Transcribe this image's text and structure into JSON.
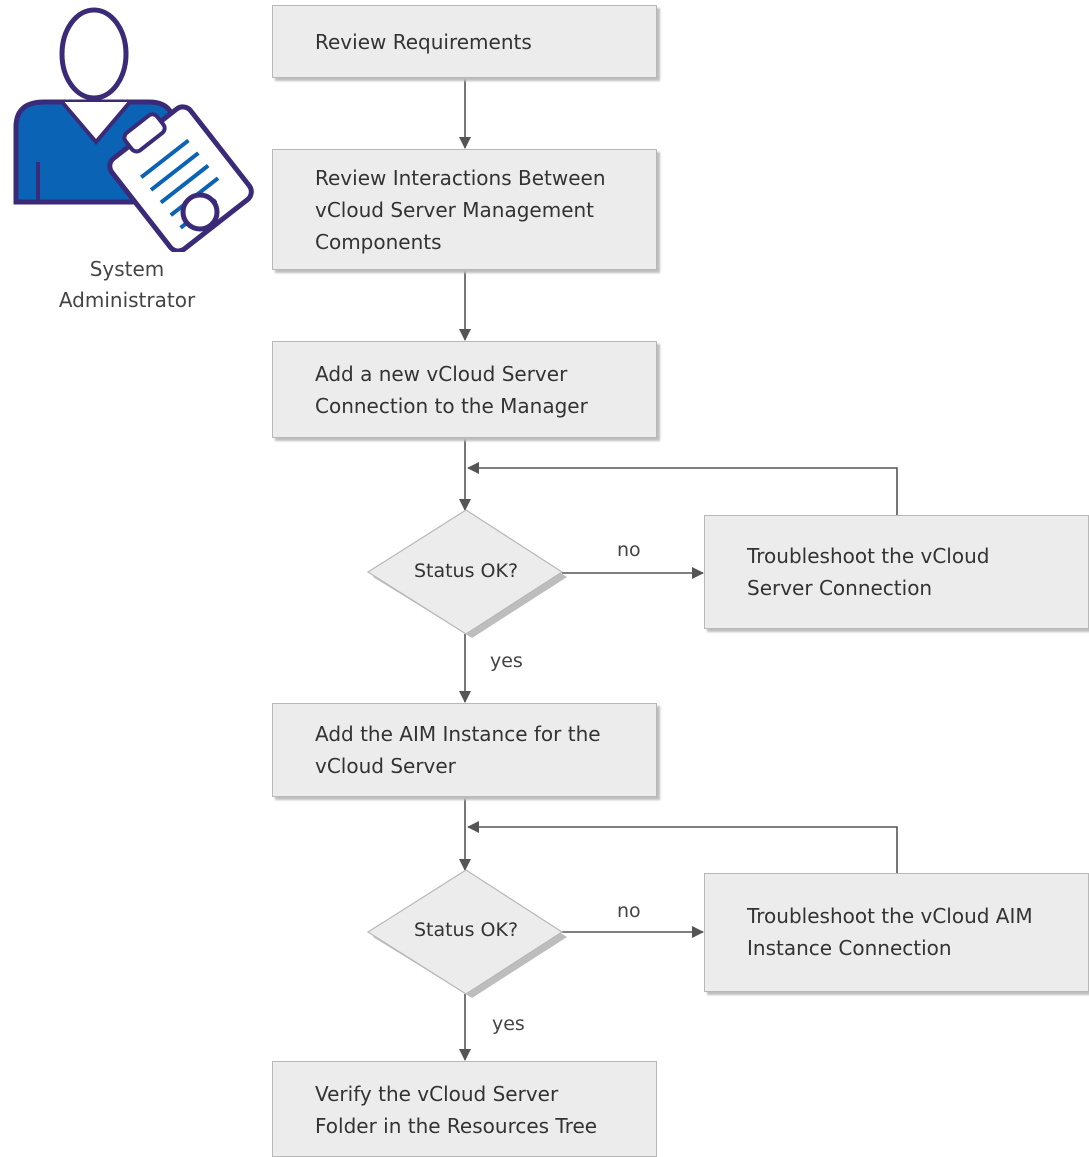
{
  "role": {
    "line1": "System",
    "line2": "Administrator",
    "icon": "system-administrator-icon",
    "colors": {
      "outline": "#3b2a78",
      "fill": "#0b63b5"
    }
  },
  "steps": {
    "review_requirements": [
      "Review Requirements"
    ],
    "review_interactions": [
      "Review Interactions Between",
      "vCloud Server Management",
      "Components"
    ],
    "add_connection": [
      "Add a new vCloud Server",
      "Connection to the Manager"
    ],
    "troubleshoot_server": [
      "Troubleshoot the vCloud",
      "Server Connection"
    ],
    "add_aim": [
      "Add the AIM Instance for the",
      "vCloud Server"
    ],
    "troubleshoot_aim": [
      "Troubleshoot the vCloud AIM",
      "Instance Connection"
    ],
    "verify_folder": [
      "Verify the vCloud Server",
      "Folder in the Resources Tree"
    ]
  },
  "decisions": {
    "status_1": "Status OK?",
    "status_2": "Status OK?"
  },
  "edge_labels": {
    "no_1": "no",
    "yes_1": "yes",
    "no_2": "no",
    "yes_2": "yes"
  },
  "colors": {
    "box_fill": "#ececec",
    "box_border": "#b8b8b8",
    "shadow": "#bdbdbd",
    "connector": "#555555"
  }
}
